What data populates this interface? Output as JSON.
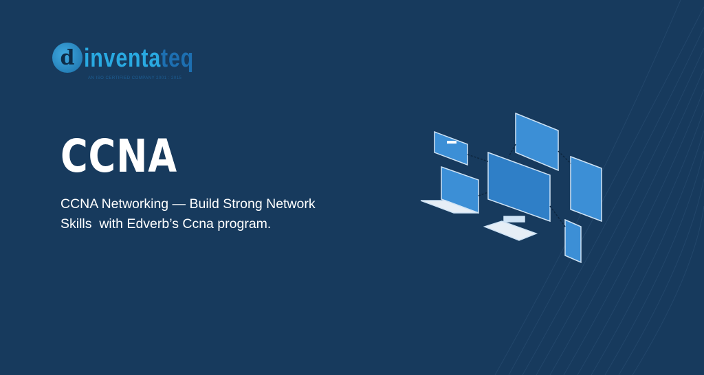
{
  "logo": {
    "word_part1": "inventa",
    "word_part2": "teq",
    "tagline": "AN ISO CERTIFIED COMPANY 2001 : 2015"
  },
  "hero": {
    "title": "CCNA",
    "subtitle_line1": "CCNA Networking — Build Strong Network",
    "subtitle_line2": "Skills  with Edverb’s Ccna program."
  },
  "colors": {
    "background": "#173a5d",
    "accent": "#29a9e1",
    "screen": "#3c8fd6"
  }
}
